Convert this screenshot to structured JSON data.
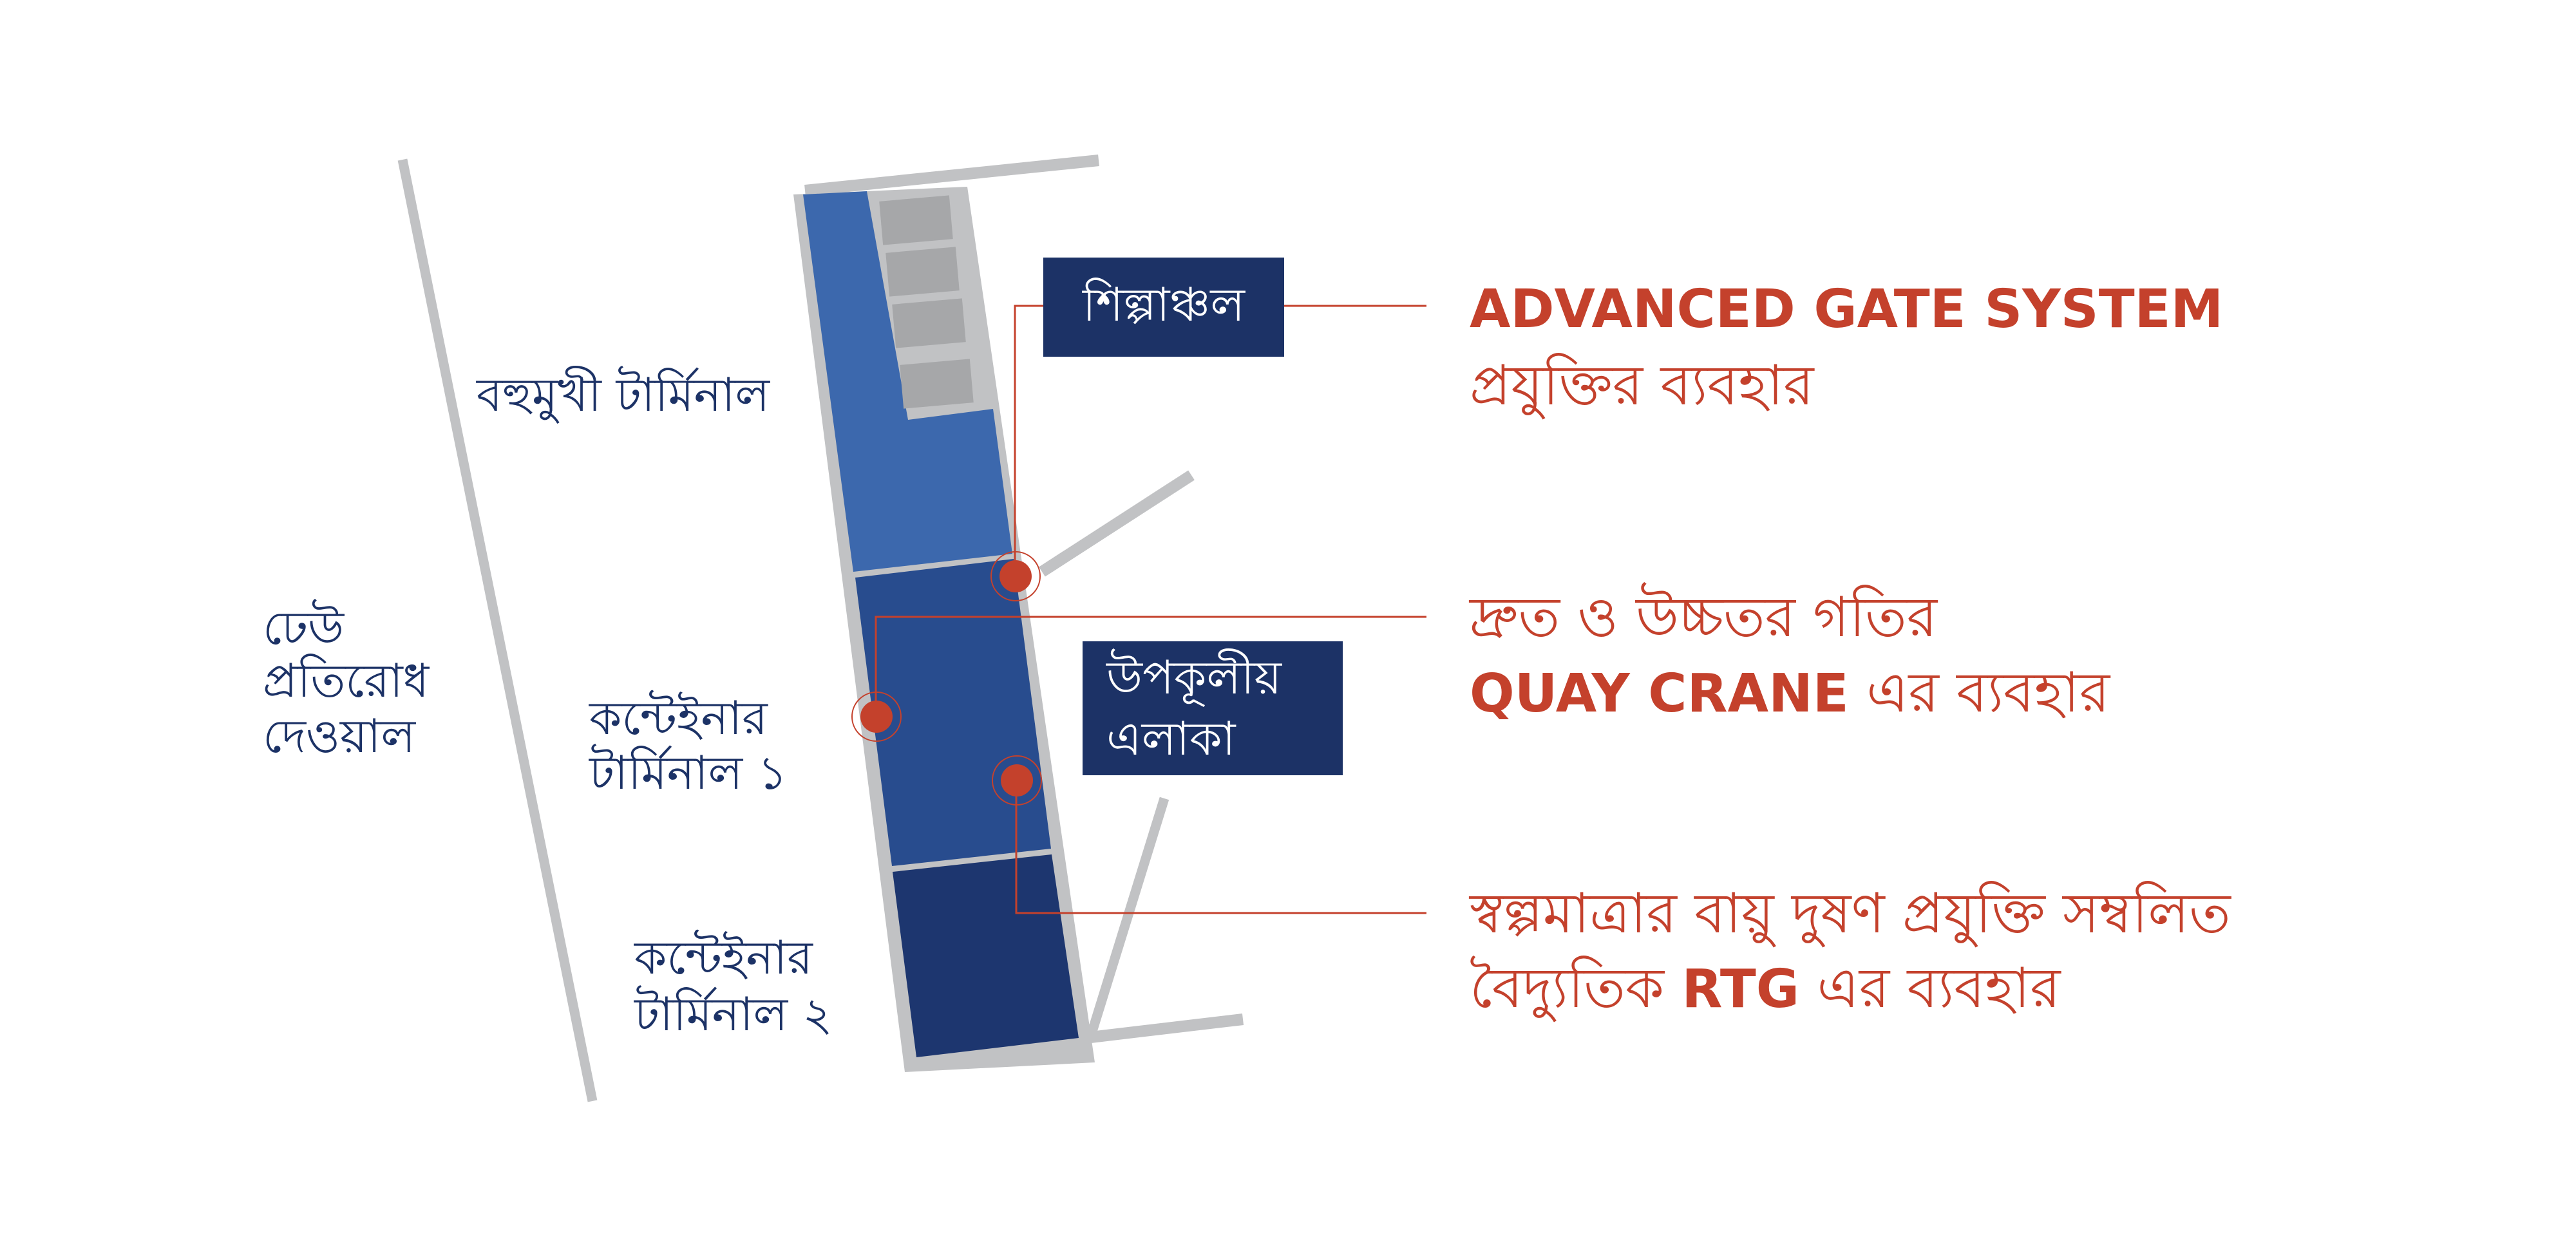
{
  "colors": {
    "wall_gray": "#c1c2c4",
    "land_gray": "#a6a7a9",
    "terminal_multi": "#3c68ad",
    "terminal_container_1": "#284c8e",
    "terminal_container_2": "#1d366f",
    "label_box": "#1c3266",
    "label_text_navy": "#1c3266",
    "accent_red": "#c4412c"
  },
  "labels": {
    "breakwater": [
      "ঢেউ",
      "প্রতিরোধ",
      "দেওয়াল"
    ],
    "multipurpose_terminal": "বহুমুখী টার্মিনাল",
    "container_terminal_1": [
      "কন্টেইনার",
      "টার্মিনাল ১"
    ],
    "container_terminal_2": [
      "কন্টেইনার",
      "টার্মিনাল ২"
    ],
    "industrial_area": "শিল্পাঞ্চল",
    "coastal_area": [
      "উপকূলীয়",
      "এলাকা"
    ]
  },
  "features": [
    {
      "line1": "ADVANCED GATE SYSTEM",
      "line2": "প্রযুক্তির ব্যবহার"
    },
    {
      "line1": "দ্রুত ও উচ্চতর গতির",
      "line2_en": "QUAY CRANE",
      "line2_bn": " এর ব্যবহার"
    },
    {
      "line1": "স্বল্পমাত্রার বায়ু দুষণ প্রযুক্তি সম্বলিত",
      "line2_bn_a": "বৈদ্যুতিক ",
      "line2_en": "RTG",
      "line2_bn_b": " এর ব্যবহার"
    }
  ]
}
